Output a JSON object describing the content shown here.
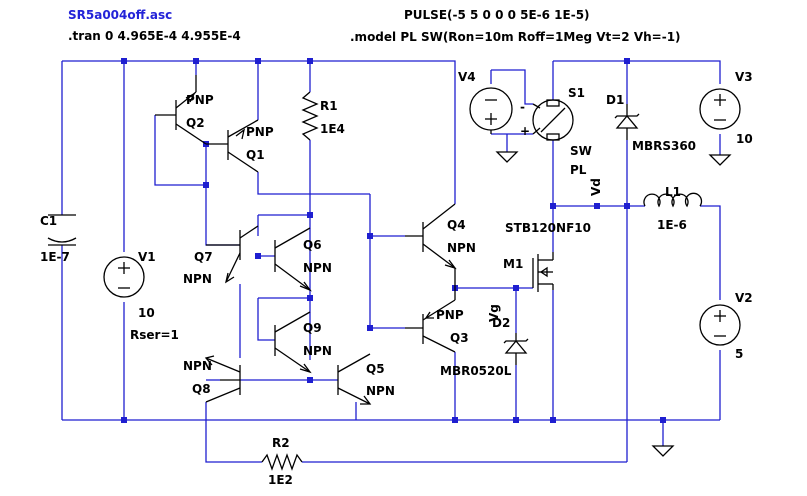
{
  "schematic": {
    "filename": "SR5a004off.asc",
    "directives": {
      "tran": ".tran 0 4.965E-4 4.955E-4",
      "pulse": "PULSE(-5 5 0 0 0 5E-6 1E-5)",
      "model": ".model PL SW(Ron=10m Roff=1Meg Vt=2 Vh=-1)"
    },
    "components": [
      {
        "ref": "C1",
        "value": "1E-7"
      },
      {
        "ref": "V1",
        "value": "10",
        "extra": "Rser=1"
      },
      {
        "ref": "Q2",
        "type": "PNP"
      },
      {
        "ref": "Q1",
        "type": "PNP"
      },
      {
        "ref": "R1",
        "value": "1E4"
      },
      {
        "ref": "Q7",
        "type": "NPN"
      },
      {
        "ref": "Q6",
        "type": "NPN"
      },
      {
        "ref": "Q9",
        "type": "NPN"
      },
      {
        "ref": "Q8",
        "type": "NPN"
      },
      {
        "ref": "Q5",
        "type": "NPN"
      },
      {
        "ref": "Q4",
        "type": "NPN"
      },
      {
        "ref": "Q3",
        "type": "PNP"
      },
      {
        "ref": "R2",
        "value": "1E2"
      },
      {
        "ref": "V4"
      },
      {
        "ref": "S1",
        "value": "SW",
        "model": "PL"
      },
      {
        "ref": "D1",
        "value": "MBRS360"
      },
      {
        "ref": "V3",
        "value": "10"
      },
      {
        "ref": "L1",
        "value": "1E-6"
      },
      {
        "ref": "M1",
        "value": "STB120NF10"
      },
      {
        "ref": "D2",
        "value": "MBR0520L"
      },
      {
        "ref": "V2",
        "value": "5"
      }
    ],
    "nets": {
      "vd": "Vd",
      "vg": "Vg"
    },
    "signs": {
      "plus": "+",
      "minus": "-"
    }
  },
  "colors": {
    "wire": "#1f1fd0",
    "component": "#000000",
    "filename": "#2323d8"
  }
}
